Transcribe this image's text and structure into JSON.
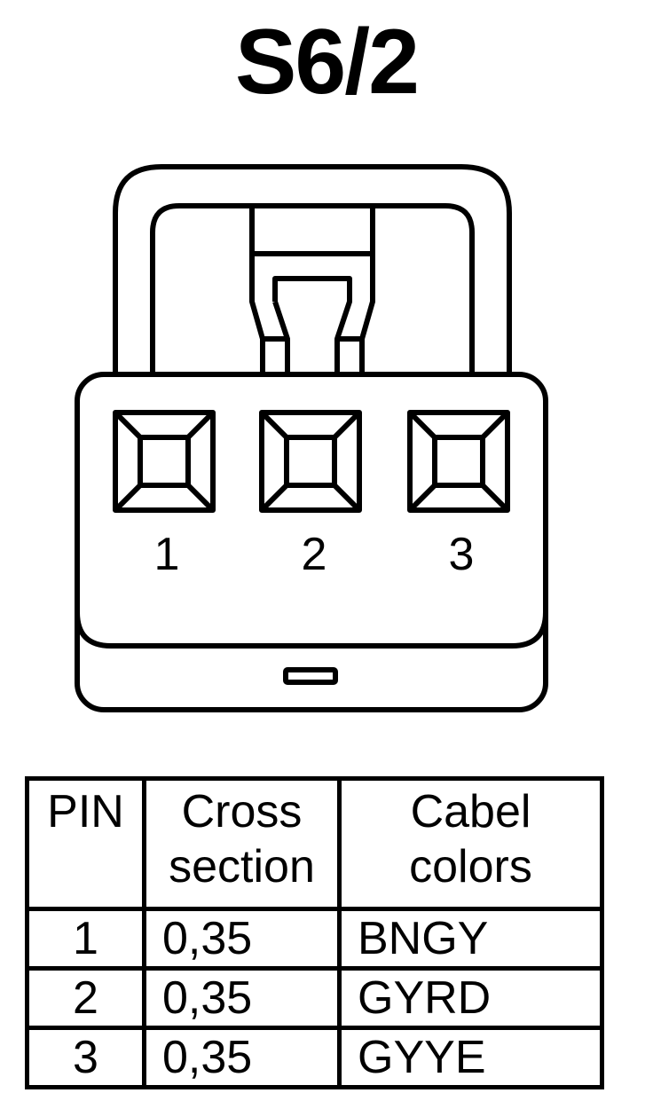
{
  "title": "S6/2",
  "connector": {
    "pin_labels": [
      "1",
      "2",
      "3"
    ]
  },
  "table": {
    "headers": {
      "pin": [
        "PIN"
      ],
      "cross_section": [
        "Cross",
        "section"
      ],
      "cable_colors": [
        "Cabel",
        "colors"
      ]
    },
    "rows": [
      {
        "pin": "1",
        "cross_section": "0,35",
        "color": "BNGY"
      },
      {
        "pin": "2",
        "cross_section": "0,35",
        "color": "GYRD"
      },
      {
        "pin": "3",
        "cross_section": "0,35",
        "color": "GYYE"
      }
    ]
  }
}
